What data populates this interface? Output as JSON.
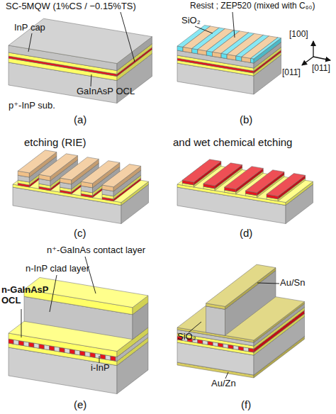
{
  "diagram": {
    "labels": [
      "SC-5MQW (1%CS / −0.15%TS)",
      "InP cap",
      "GaInAsP OCL",
      "p⁺-InP sub.",
      "(a)",
      "Resist ; ZEP520 (mixed with C₆₀)",
      "SiO₂",
      "[100]",
      "[011̄]",
      "[011]",
      "(b)",
      "etching (RIE)",
      "(c)",
      "and wet chemical etching",
      "(d)",
      "n⁺-GaInAs contact layer",
      "n-InP clad layer",
      "n-GaInAsP OCL",
      "i-InP",
      "(e)",
      "Au/Sn",
      "SiO₂",
      "Au/Zn",
      "(f)"
    ]
  }
}
